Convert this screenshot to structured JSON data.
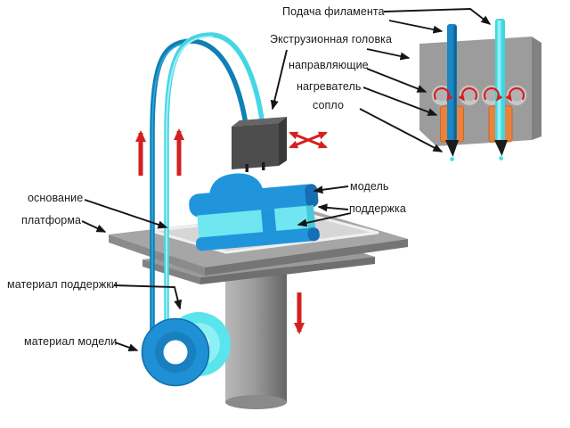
{
  "diagram": {
    "labels": {
      "filament_feed": "Подача филамента",
      "extrusion_head": "Экструзионная головка",
      "guides": "направляющие",
      "heater": "нагреватель",
      "nozzle": "сопло",
      "model": "модель",
      "support": "поддержка",
      "base": "основание",
      "platform": "платформа",
      "support_material": "материал поддержки",
      "model_material": "материал модели"
    },
    "icons": [
      "platform-up-arrow",
      "platform-down-arrow",
      "xy-motion-arrows",
      "roller-rotation-arrow",
      "label-pointer-arrow"
    ],
    "colors": {
      "model_blue": "#2095dc",
      "model_blue_dark": "#156fb2",
      "support_cyan": "#6fe6f0",
      "tube_model": "#0f7fb4",
      "tube_support": "#45d6e4",
      "heater_orange": "#e8823c",
      "platform_gray": "#a6a6a6",
      "baseplate_gray": "#d6d6d6",
      "head_gray": "#4d4d4d",
      "block_gray": "#9c9c9c",
      "roller_gray": "#c8c8c8",
      "arrow_red": "#d32020",
      "arrow_black": "#151515",
      "label_text": "#1b1b1b"
    }
  }
}
